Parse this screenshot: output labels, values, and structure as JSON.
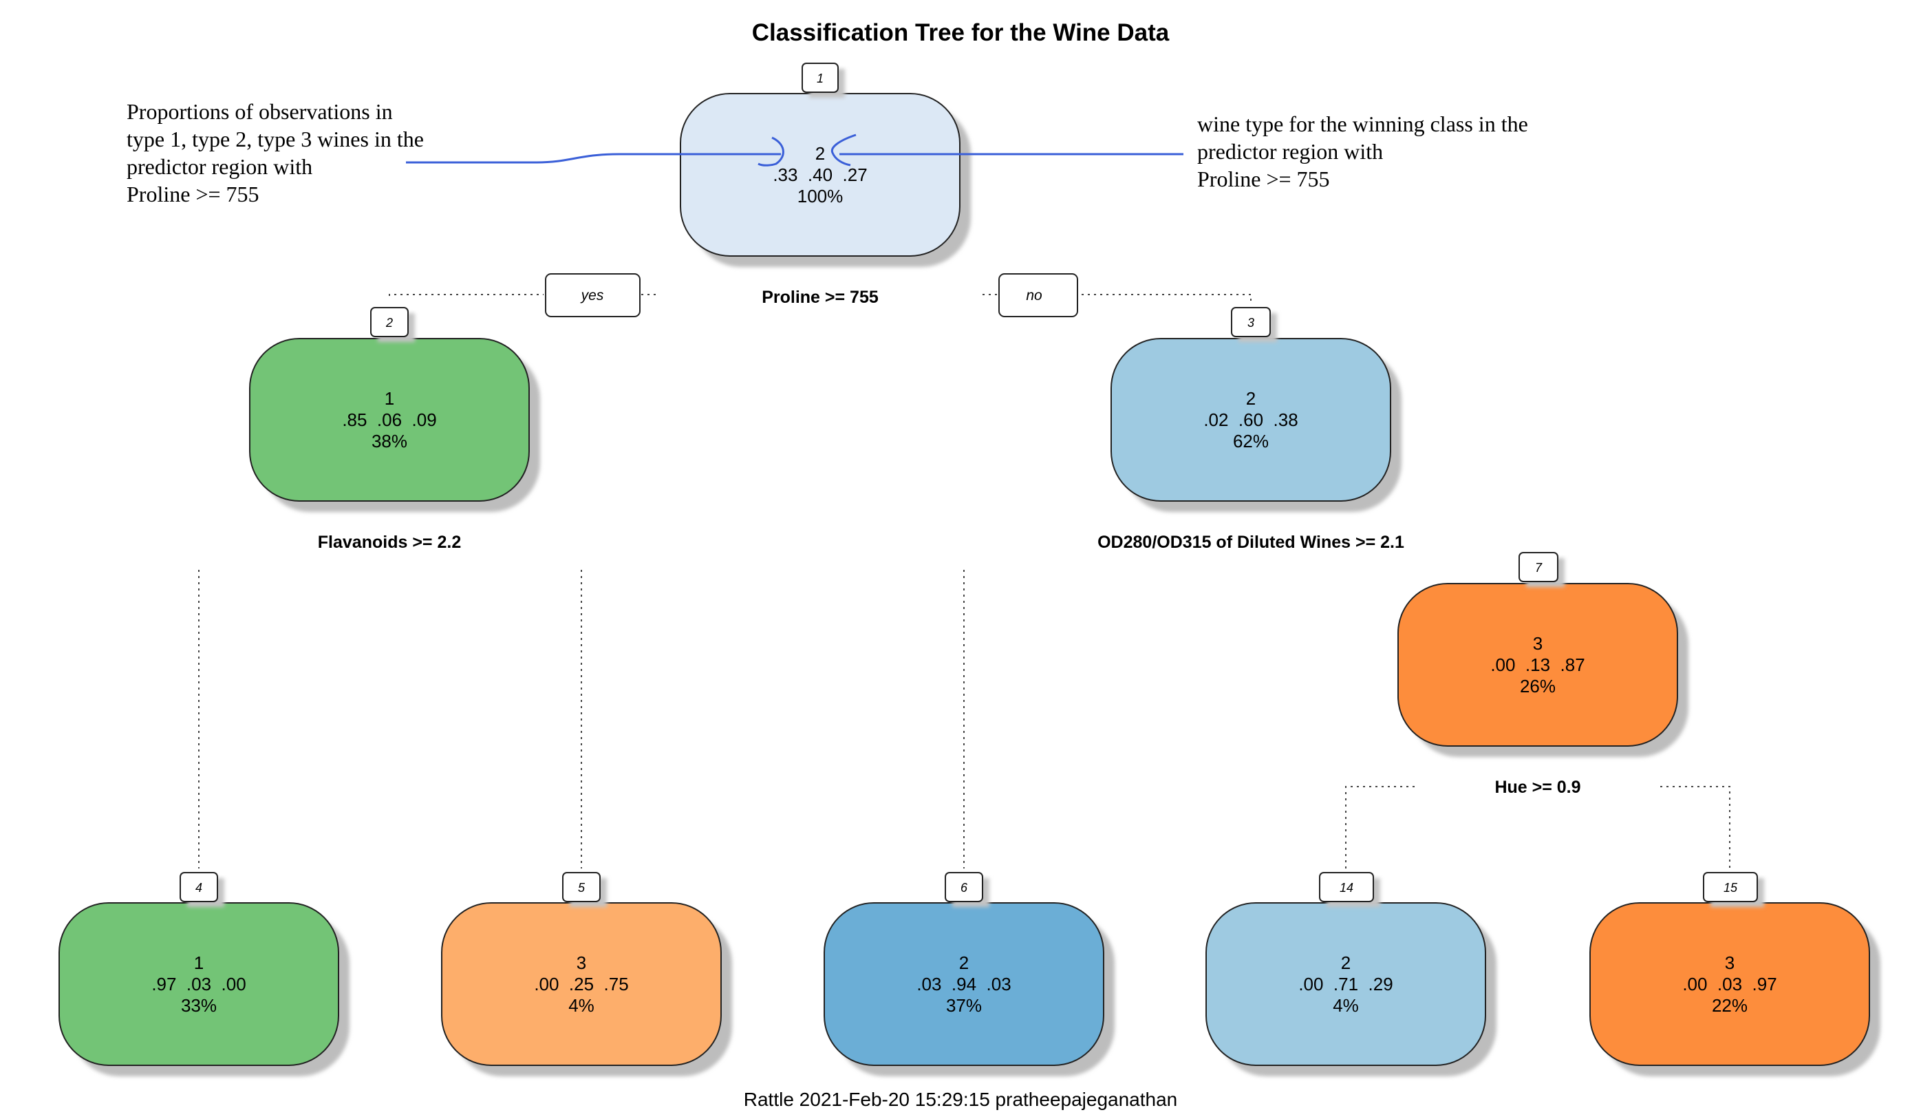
{
  "title": "Classification Tree for the Wine Data",
  "footer": "Rattle 2021-Feb-20 15:29:15 pratheepajeganathan",
  "annotations": {
    "left": [
      "Proportions of observations in",
      "type 1, type 2, type 3 wines in the",
      "predictor region with",
      "Proline >= 755"
    ],
    "right": [
      "wine type for the winning class in the",
      "predictor region with",
      "Proline >= 755"
    ],
    "arrow_color": "#3a5fd8"
  },
  "branch_labels": {
    "yes": "yes",
    "no": "no"
  },
  "nodes": [
    {
      "id": "1",
      "class": "2",
      "probs": ".33  .40  .27",
      "pct": "100%",
      "color": "#dce8f5"
    },
    {
      "id": "2",
      "class": "1",
      "probs": ".85  .06  .09",
      "pct": "38%",
      "color": "#73c476"
    },
    {
      "id": "3",
      "class": "2",
      "probs": ".02  .60  .38",
      "pct": "62%",
      "color": "#9ecae1"
    },
    {
      "id": "7",
      "class": "3",
      "probs": ".00  .13  .87",
      "pct": "26%",
      "color": "#fd8d3c"
    },
    {
      "id": "4",
      "class": "1",
      "probs": ".97  .03  .00",
      "pct": "33%",
      "color": "#73c476"
    },
    {
      "id": "5",
      "class": "3",
      "probs": ".00  .25  .75",
      "pct": "4%",
      "color": "#fdae6b"
    },
    {
      "id": "6",
      "class": "2",
      "probs": ".03  .94  .03",
      "pct": "37%",
      "color": "#6baed6"
    },
    {
      "id": "14",
      "class": "2",
      "probs": ".00  .71  .29",
      "pct": "4%",
      "color": "#9ecae1"
    },
    {
      "id": "15",
      "class": "3",
      "probs": ".00  .03  .97",
      "pct": "22%",
      "color": "#fd8d3c"
    }
  ],
  "splits": [
    {
      "node": "1",
      "label": "Proline >= 755"
    },
    {
      "node": "2",
      "label": "Flavanoids >= 2.2"
    },
    {
      "node": "3",
      "label": "OD280/OD315 of Diluted Wines >= 2.1"
    },
    {
      "node": "7",
      "label": "Hue >= 0.9"
    }
  ]
}
